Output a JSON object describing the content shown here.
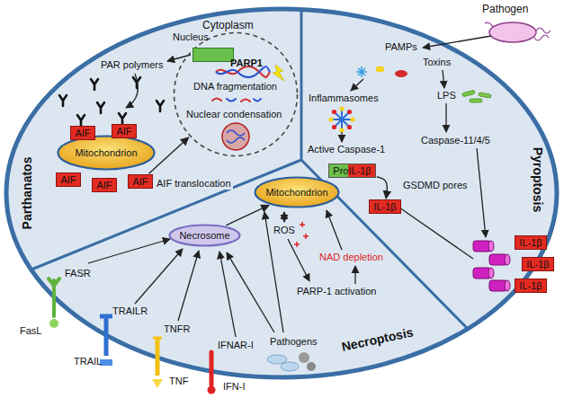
{
  "diagram": {
    "nodes": [
      {
        "text": [
          "Nucleus"
        ]
      },
      {
        "text": [
          "PARP1"
        ],
        "in": 0
      },
      {
        "text": [
          "Mitochondrion"
        ]
      },
      {
        "text": [
          "AIF"
        ]
      },
      {
        "text": [
          "AIF"
        ]
      },
      {
        "text": [
          "AIF"
        ]
      },
      {
        "text": [
          "AIF"
        ]
      },
      {
        "text": [
          "AIF"
        ]
      },
      {
        "text": [
          "ProIL-1β"
        ]
      },
      {
        "text": [
          "IL-1β"
        ]
      },
      {
        "text": [
          "IL-1β"
        ]
      },
      {
        "text": [
          "IL-1β"
        ]
      },
      {
        "text": [
          "IL-1β"
        ]
      },
      {
        "text": [
          "Mitochondrion"
        ]
      },
      {
        "text": [
          "Necrosome"
        ]
      }
    ],
    "edges": [
      {
        "from": 7,
        "to": 0,
        "arrow": "to",
        "label": "AIF translocation"
      },
      {
        "from": 8,
        "to": 9,
        "arrow": "to"
      },
      {
        "from": 14,
        "to": 13,
        "arrow": "to"
      }
    ],
    "labels": [
      "Cytoplasm",
      "Parthanatos",
      "Pyroptosis",
      "Necroptosis",
      "PAR polymers",
      "DNA fragmentation",
      "Nuclear condensation",
      "Pathogen",
      "PAMPs",
      "Toxins",
      "Inflammasomes",
      "Active Caspase-1",
      "LPS",
      "Caspase-11/4/5",
      "GSDMD pores",
      "FASR",
      "TRAILR",
      "TNFR",
      "IFNAR-I",
      "FasL",
      "TRAIL",
      "TNF",
      "IFN-I",
      "ROS",
      "NAD depletion",
      "PARP-1 activation",
      "Pathogens"
    ]
  }
}
